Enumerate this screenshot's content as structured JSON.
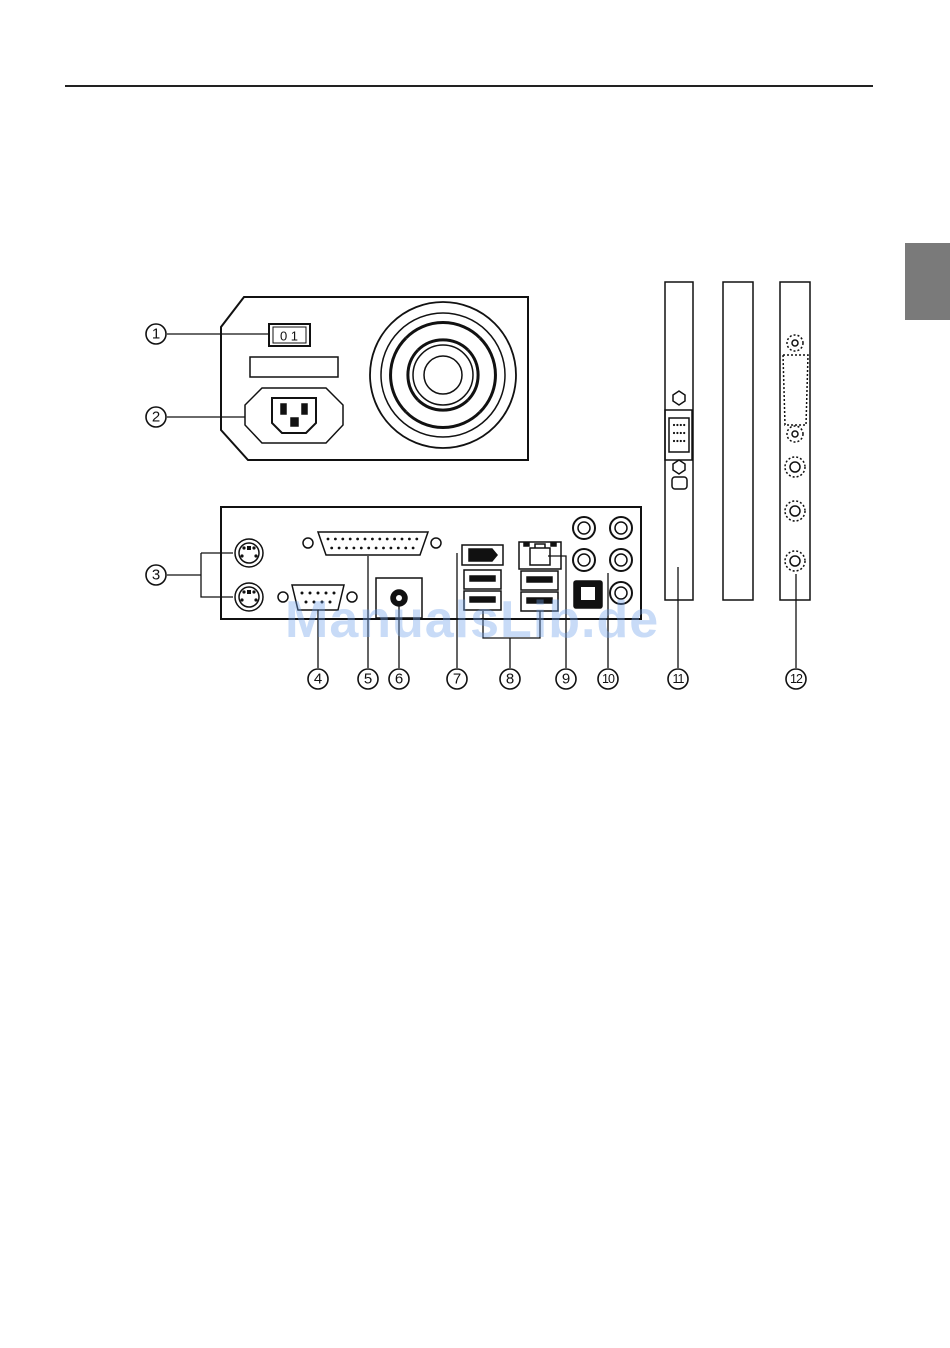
{
  "watermark": "ManualsLib.de",
  "switch_label": "0 1",
  "callouts": [
    "1",
    "2",
    "3",
    "4",
    "5",
    "6",
    "7",
    "8",
    "9",
    "10",
    "11",
    "12"
  ]
}
